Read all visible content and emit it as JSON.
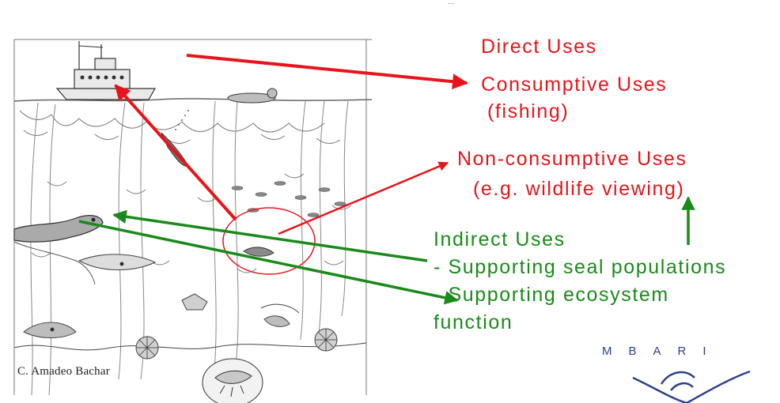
{
  "direct": {
    "heading": "Direct Uses",
    "consumptive": "Consumptive Uses",
    "consumptive_example": "(fishing)",
    "non_consumptive": "Non-consumptive Uses",
    "non_consumptive_example": "(e.g. wildlife viewing)"
  },
  "indirect": {
    "heading": "Indirect Uses",
    "item1": "- Supporting seal populations",
    "item2_line1": "- Supporting ecosystem",
    "item2_line2": "function"
  },
  "credit": "C. Amadeo Bachar",
  "logo": {
    "text": "MBARI"
  },
  "colors": {
    "direct": "#e8141b",
    "indirect": "#1a8a1a",
    "logo": "#2b3f8c",
    "sketch": "#555555"
  }
}
